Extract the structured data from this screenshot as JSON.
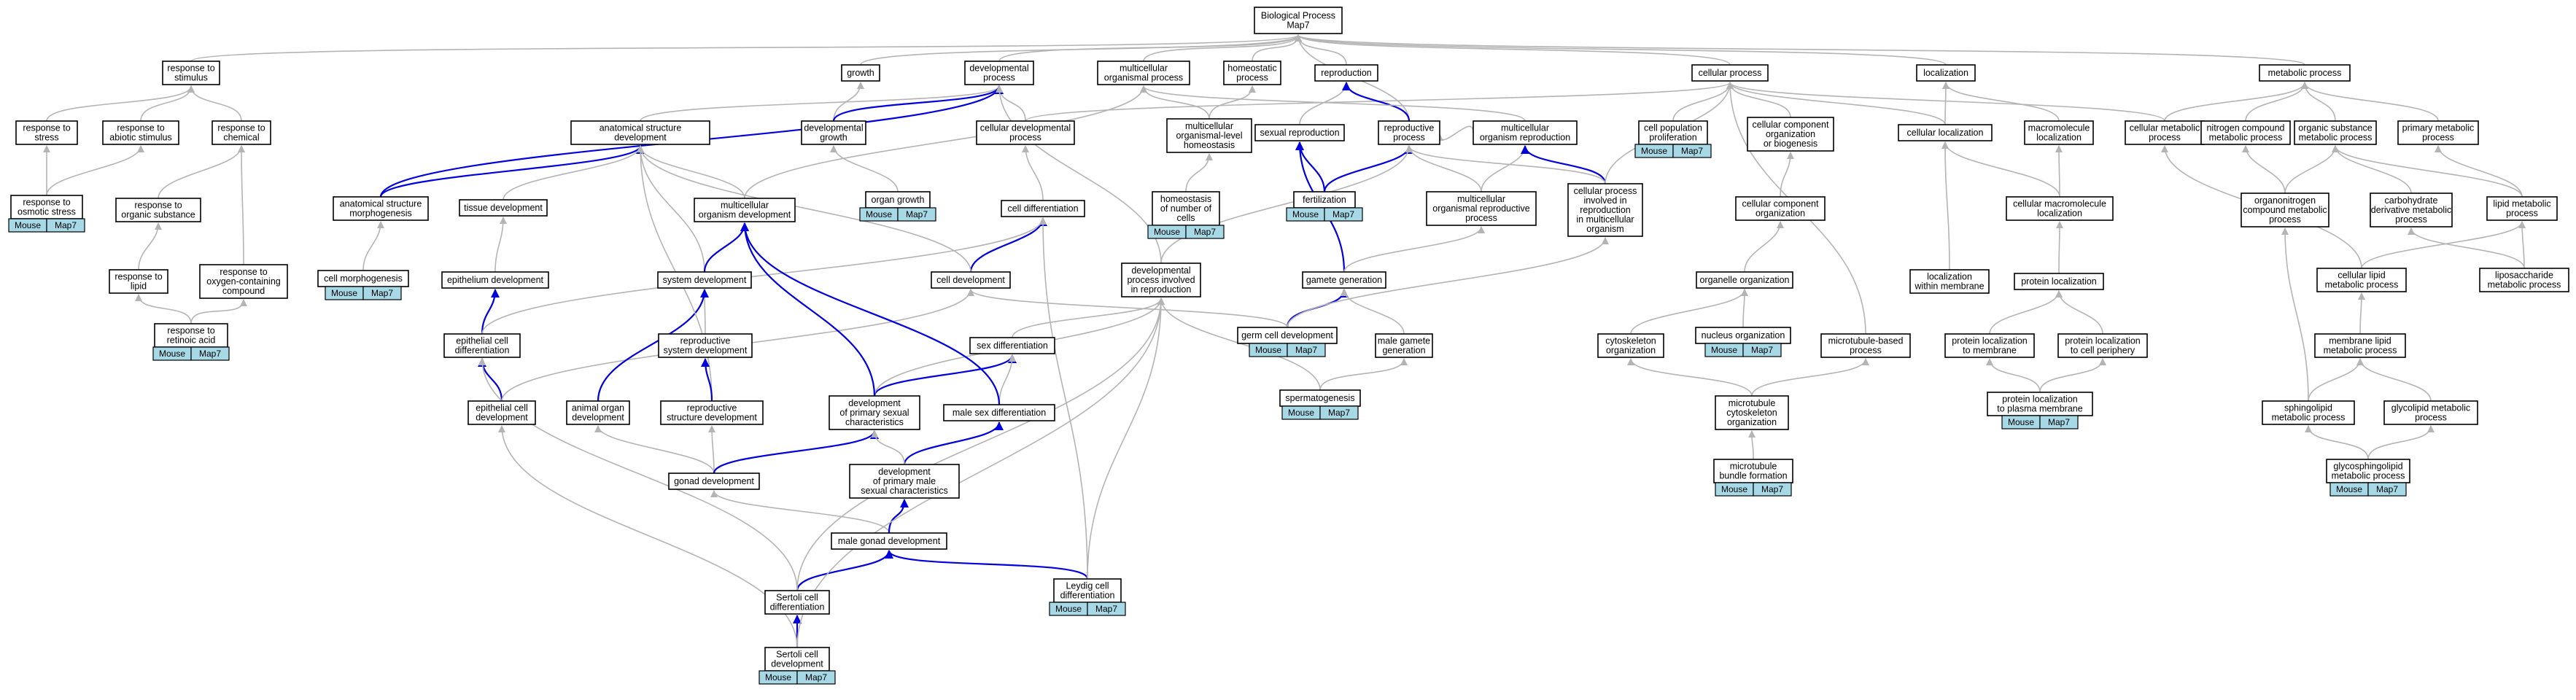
{
  "colors": {
    "node_border": "#000000",
    "tag_fill": "#a6d8e6",
    "edge_is_a": "#b4b4b4",
    "edge_part_of": "#0000dd"
  },
  "tag_labels": [
    "Mouse",
    "Map7"
  ],
  "nodes": [
    {
      "id": "root",
      "lines": [
        "Biological Process",
        "Map7"
      ]
    },
    {
      "id": "resp_stim",
      "lines": [
        "response to",
        "stimulus"
      ]
    },
    {
      "id": "growth",
      "lines": [
        "growth"
      ]
    },
    {
      "id": "dev_proc",
      "lines": [
        "developmental",
        "process"
      ]
    },
    {
      "id": "mc_org_proc",
      "lines": [
        "multicellular",
        "organismal process"
      ]
    },
    {
      "id": "homeo_proc",
      "lines": [
        "homeostatic",
        "process"
      ]
    },
    {
      "id": "reproduction",
      "lines": [
        "reproduction"
      ]
    },
    {
      "id": "cell_proc",
      "lines": [
        "cellular process"
      ]
    },
    {
      "id": "localization",
      "lines": [
        "localization"
      ]
    },
    {
      "id": "met_proc",
      "lines": [
        "metabolic process"
      ]
    },
    {
      "id": "resp_stress",
      "lines": [
        "response to",
        "stress"
      ]
    },
    {
      "id": "resp_abiotic",
      "lines": [
        "response to",
        "abiotic stimulus"
      ]
    },
    {
      "id": "resp_chem",
      "lines": [
        "response to",
        "chemical"
      ]
    },
    {
      "id": "anat_dev",
      "lines": [
        "anatomical structure",
        "development"
      ]
    },
    {
      "id": "dev_growth",
      "lines": [
        "developmental",
        "growth"
      ]
    },
    {
      "id": "cell_dev_proc",
      "lines": [
        "cellular developmental",
        "process"
      ]
    },
    {
      "id": "mc_homeo",
      "lines": [
        "multicellular",
        "organismal-level",
        "homeostasis"
      ]
    },
    {
      "id": "sex_repro",
      "lines": [
        "sexual reproduction"
      ]
    },
    {
      "id": "repro_proc",
      "lines": [
        "reproductive",
        "process"
      ]
    },
    {
      "id": "mc_org_repro",
      "lines": [
        "multicellular",
        "organism reproduction"
      ]
    },
    {
      "id": "cell_pop_prolif",
      "lines": [
        "cell population",
        "proliferation"
      ],
      "tag": true
    },
    {
      "id": "cc_org_bio",
      "lines": [
        "cellular component",
        "organization",
        "or biogenesis"
      ]
    },
    {
      "id": "cell_local",
      "lines": [
        "cellular localization"
      ]
    },
    {
      "id": "macro_local",
      "lines": [
        "macromolecule",
        "localization"
      ]
    },
    {
      "id": "cell_met",
      "lines": [
        "cellular metabolic",
        "process"
      ]
    },
    {
      "id": "nitro_met",
      "lines": [
        "nitrogen compound",
        "metabolic process"
      ]
    },
    {
      "id": "org_sub_met",
      "lines": [
        "organic substance",
        "metabolic process"
      ]
    },
    {
      "id": "prim_met",
      "lines": [
        "primary metabolic",
        "process"
      ]
    },
    {
      "id": "resp_osmotic",
      "lines": [
        "response to",
        "osmotic stress"
      ],
      "tag": true
    },
    {
      "id": "resp_org_sub",
      "lines": [
        "response to",
        "organic substance"
      ]
    },
    {
      "id": "anat_morph",
      "lines": [
        "anatomical structure",
        "morphogenesis"
      ]
    },
    {
      "id": "tissue_dev",
      "lines": [
        "tissue development"
      ]
    },
    {
      "id": "mc_org_dev",
      "lines": [
        "multicellular",
        "organism development"
      ]
    },
    {
      "id": "organ_growth",
      "lines": [
        "organ growth"
      ],
      "tag": true
    },
    {
      "id": "cell_diff",
      "lines": [
        "cell differentiation"
      ]
    },
    {
      "id": "homeo_num_cells",
      "lines": [
        "homeostasis",
        "of number of",
        "cells"
      ],
      "tag": true
    },
    {
      "id": "fertilization",
      "lines": [
        "fertilization"
      ],
      "tag": true
    },
    {
      "id": "mc_org_repro_proc",
      "lines": [
        "multicellular",
        "organismal reproductive",
        "process"
      ]
    },
    {
      "id": "cp_inv_repro",
      "lines": [
        "cellular process",
        "involved in",
        "reproduction",
        "in multicellular",
        "organism"
      ]
    },
    {
      "id": "cc_org",
      "lines": [
        "cellular component",
        "organization"
      ]
    },
    {
      "id": "cell_macro_local",
      "lines": [
        "cellular macromolecule",
        "localization"
      ]
    },
    {
      "id": "organonitro_met",
      "lines": [
        "organonitrogen",
        "compound metabolic",
        "process"
      ]
    },
    {
      "id": "carb_deriv_met",
      "lines": [
        "carbohydrate",
        "derivative metabolic",
        "process"
      ]
    },
    {
      "id": "lipid_met",
      "lines": [
        "lipid metabolic",
        "process"
      ]
    },
    {
      "id": "resp_lipid",
      "lines": [
        "response to",
        "lipid"
      ]
    },
    {
      "id": "resp_oxygen",
      "lines": [
        "response to",
        "oxygen-containing",
        "compound"
      ]
    },
    {
      "id": "cell_morph",
      "lines": [
        "cell morphogenesis"
      ],
      "tag": true
    },
    {
      "id": "epith_dev",
      "lines": [
        "epithelium development"
      ]
    },
    {
      "id": "sys_dev",
      "lines": [
        "system development"
      ]
    },
    {
      "id": "cell_development",
      "lines": [
        "cell development"
      ]
    },
    {
      "id": "dev_proc_repro",
      "lines": [
        "developmental",
        "process involved",
        "in reproduction"
      ]
    },
    {
      "id": "gamete_gen",
      "lines": [
        "gamete generation"
      ]
    },
    {
      "id": "organelle_org",
      "lines": [
        "organelle organization"
      ]
    },
    {
      "id": "loc_within_mem",
      "lines": [
        "localization",
        "within membrane"
      ]
    },
    {
      "id": "prot_local",
      "lines": [
        "protein localization"
      ]
    },
    {
      "id": "cell_lipid_met",
      "lines": [
        "cellular lipid",
        "metabolic process"
      ]
    },
    {
      "id": "lipo_met",
      "lines": [
        "liposaccharide",
        "metabolic process"
      ]
    },
    {
      "id": "resp_retinoic",
      "lines": [
        "response to",
        "retinoic acid"
      ],
      "tag": true
    },
    {
      "id": "epith_cell_diff",
      "lines": [
        "epithelial cell",
        "differentiation"
      ]
    },
    {
      "id": "repro_sys_dev",
      "lines": [
        "reproductive",
        "system development"
      ]
    },
    {
      "id": "sex_diff",
      "lines": [
        "sex differentiation"
      ]
    },
    {
      "id": "germ_cell_dev",
      "lines": [
        "germ cell development"
      ],
      "tag": true
    },
    {
      "id": "male_gamete",
      "lines": [
        "male gamete",
        "generation"
      ]
    },
    {
      "id": "cytoskel_org",
      "lines": [
        "cytoskeleton",
        "organization"
      ]
    },
    {
      "id": "nucleus_org",
      "lines": [
        "nucleus organization"
      ],
      "tag": true
    },
    {
      "id": "mt_based",
      "lines": [
        "microtubule-based",
        "process"
      ]
    },
    {
      "id": "prot_local_mem",
      "lines": [
        "protein localization",
        "to membrane"
      ]
    },
    {
      "id": "prot_local_periph",
      "lines": [
        "protein localization",
        "to cell periphery"
      ]
    },
    {
      "id": "mem_lipid_met",
      "lines": [
        "membrane lipid",
        "metabolic process"
      ]
    },
    {
      "id": "epith_cell_dev",
      "lines": [
        "epithelial cell",
        "development"
      ]
    },
    {
      "id": "animal_organ_dev",
      "lines": [
        "animal organ",
        "development"
      ]
    },
    {
      "id": "repro_struct_dev",
      "lines": [
        "reproductive",
        "structure development"
      ]
    },
    {
      "id": "dev_prim_sex",
      "lines": [
        "development",
        "of primary sexual",
        "characteristics"
      ]
    },
    {
      "id": "male_sex_diff",
      "lines": [
        "male sex differentiation"
      ]
    },
    {
      "id": "spermatogenesis",
      "lines": [
        "spermatogenesis"
      ],
      "tag": true
    },
    {
      "id": "mt_cytoskel_org",
      "lines": [
        "microtubule",
        "cytoskeleton",
        "organization"
      ]
    },
    {
      "id": "prot_local_pm",
      "lines": [
        "protein localization",
        "to plasma membrane"
      ],
      "tag": true
    },
    {
      "id": "sphingo_met",
      "lines": [
        "sphingolipid",
        "metabolic process"
      ]
    },
    {
      "id": "glyco_met",
      "lines": [
        "glycolipid metabolic",
        "process"
      ]
    },
    {
      "id": "gonad_dev",
      "lines": [
        "gonad development"
      ]
    },
    {
      "id": "dev_prim_male",
      "lines": [
        "development",
        "of primary male",
        "sexual characteristics"
      ]
    },
    {
      "id": "mt_bundle",
      "lines": [
        "microtubule",
        "bundle formation"
      ],
      "tag": true
    },
    {
      "id": "glycosphingo_met",
      "lines": [
        "glycosphingolipid",
        "metabolic process"
      ],
      "tag": true
    },
    {
      "id": "male_gonad_dev",
      "lines": [
        "male gonad development"
      ]
    },
    {
      "id": "sertoli_diff",
      "lines": [
        "Sertoli cell",
        "differentiation"
      ]
    },
    {
      "id": "leydig_diff",
      "lines": [
        "Leydig cell",
        "differentiation"
      ],
      "tag": true
    },
    {
      "id": "sertoli_dev",
      "lines": [
        "Sertoli cell",
        "development"
      ],
      "tag": true
    }
  ],
  "edges": [
    {
      "from": "resp_stim",
      "to": "root"
    },
    {
      "from": "growth",
      "to": "root"
    },
    {
      "from": "dev_proc",
      "to": "root"
    },
    {
      "from": "mc_org_proc",
      "to": "root"
    },
    {
      "from": "homeo_proc",
      "to": "root"
    },
    {
      "from": "reproduction",
      "to": "root"
    },
    {
      "from": "cell_proc",
      "to": "root"
    },
    {
      "from": "localization",
      "to": "root"
    },
    {
      "from": "met_proc",
      "to": "root"
    },
    {
      "from": "repro_proc",
      "to": "root"
    },
    {
      "from": "resp_stress",
      "to": "resp_stim"
    },
    {
      "from": "resp_abiotic",
      "to": "resp_stim"
    },
    {
      "from": "resp_chem",
      "to": "resp_stim"
    },
    {
      "from": "resp_osmotic",
      "to": "resp_stress"
    },
    {
      "from": "resp_osmotic",
      "to": "resp_abiotic"
    },
    {
      "from": "resp_org_sub",
      "to": "resp_chem"
    },
    {
      "from": "resp_oxygen",
      "to": "resp_chem"
    },
    {
      "from": "resp_lipid",
      "to": "resp_org_sub"
    },
    {
      "from": "resp_retinoic",
      "to": "resp_lipid"
    },
    {
      "from": "resp_retinoic",
      "to": "resp_oxygen"
    },
    {
      "from": "anat_dev",
      "to": "dev_proc"
    },
    {
      "from": "dev_growth",
      "to": "growth"
    },
    {
      "from": "dev_growth",
      "to": "dev_proc",
      "type": "part_of"
    },
    {
      "from": "cell_dev_proc",
      "to": "dev_proc"
    },
    {
      "from": "cell_dev_proc",
      "to": "cell_proc"
    },
    {
      "from": "mc_homeo",
      "to": "mc_org_proc"
    },
    {
      "from": "mc_homeo",
      "to": "homeo_proc"
    },
    {
      "from": "sex_repro",
      "to": "reproduction"
    },
    {
      "from": "repro_proc",
      "to": "reproduction",
      "type": "part_of"
    },
    {
      "from": "mc_org_repro",
      "to": "mc_org_proc"
    },
    {
      "from": "mc_org_repro",
      "to": "repro_proc"
    },
    {
      "from": "cell_pop_prolif",
      "to": "cell_proc"
    },
    {
      "from": "cc_org_bio",
      "to": "cell_proc"
    },
    {
      "from": "cell_local",
      "to": "cell_proc"
    },
    {
      "from": "cell_local",
      "to": "localization"
    },
    {
      "from": "macro_local",
      "to": "localization"
    },
    {
      "from": "cell_met",
      "to": "cell_proc"
    },
    {
      "from": "cell_met",
      "to": "met_proc"
    },
    {
      "from": "nitro_met",
      "to": "met_proc"
    },
    {
      "from": "org_sub_met",
      "to": "met_proc"
    },
    {
      "from": "prim_met",
      "to": "met_proc"
    },
    {
      "from": "anat_morph",
      "to": "anat_dev",
      "type": "part_of"
    },
    {
      "from": "anat_morph",
      "to": "dev_proc",
      "type": "part_of"
    },
    {
      "from": "tissue_dev",
      "to": "anat_dev"
    },
    {
      "from": "mc_org_dev",
      "to": "anat_dev"
    },
    {
      "from": "mc_org_dev",
      "to": "mc_org_proc"
    },
    {
      "from": "organ_growth",
      "to": "dev_growth"
    },
    {
      "from": "cell_diff",
      "to": "cell_dev_proc"
    },
    {
      "from": "homeo_num_cells",
      "to": "mc_homeo"
    },
    {
      "from": "fertilization",
      "to": "sex_repro",
      "type": "part_of"
    },
    {
      "from": "fertilization",
      "to": "repro_proc",
      "type": "part_of"
    },
    {
      "from": "mc_org_repro_proc",
      "to": "mc_org_repro"
    },
    {
      "from": "mc_org_repro_proc",
      "to": "repro_proc"
    },
    {
      "from": "cp_inv_repro",
      "to": "mc_org_repro",
      "type": "part_of"
    },
    {
      "from": "cp_inv_repro",
      "to": "cell_proc"
    },
    {
      "from": "cp_inv_repro",
      "to": "repro_proc"
    },
    {
      "from": "cc_org",
      "to": "cc_org_bio"
    },
    {
      "from": "cell_macro_local",
      "to": "cell_local"
    },
    {
      "from": "cell_macro_local",
      "to": "macro_local"
    },
    {
      "from": "organonitro_met",
      "to": "nitro_met"
    },
    {
      "from": "organonitro_met",
      "to": "org_sub_met"
    },
    {
      "from": "carb_deriv_met",
      "to": "org_sub_met"
    },
    {
      "from": "lipid_met",
      "to": "org_sub_met"
    },
    {
      "from": "lipid_met",
      "to": "prim_met"
    },
    {
      "from": "cell_morph",
      "to": "anat_morph"
    },
    {
      "from": "epith_dev",
      "to": "tissue_dev"
    },
    {
      "from": "sys_dev",
      "to": "anat_dev"
    },
    {
      "from": "sys_dev",
      "to": "mc_org_dev",
      "type": "part_of"
    },
    {
      "from": "cell_development",
      "to": "cell_diff",
      "type": "part_of"
    },
    {
      "from": "cell_development",
      "to": "anat_dev"
    },
    {
      "from": "dev_proc_repro",
      "to": "dev_proc"
    },
    {
      "from": "dev_proc_repro",
      "to": "repro_proc"
    },
    {
      "from": "gamete_gen",
      "to": "sex_repro",
      "type": "part_of"
    },
    {
      "from": "gamete_gen",
      "to": "mc_org_repro_proc"
    },
    {
      "from": "organelle_org",
      "to": "cc_org"
    },
    {
      "from": "loc_within_mem",
      "to": "cell_local"
    },
    {
      "from": "prot_local",
      "to": "cell_macro_local"
    },
    {
      "from": "cell_lipid_met",
      "to": "lipid_met"
    },
    {
      "from": "cell_lipid_met",
      "to": "cell_met"
    },
    {
      "from": "lipo_met",
      "to": "carb_deriv_met"
    },
    {
      "from": "lipo_met",
      "to": "lipid_met"
    },
    {
      "from": "epith_cell_diff",
      "to": "epith_dev",
      "type": "part_of"
    },
    {
      "from": "epith_cell_diff",
      "to": "cell_diff"
    },
    {
      "from": "repro_sys_dev",
      "to": "sys_dev"
    },
    {
      "from": "sex_diff",
      "to": "dev_proc_repro"
    },
    {
      "from": "germ_cell_dev",
      "to": "gamete_gen",
      "type": "part_of"
    },
    {
      "from": "germ_cell_dev",
      "to": "cell_development"
    },
    {
      "from": "germ_cell_dev",
      "to": "cp_inv_repro"
    },
    {
      "from": "male_gamete",
      "to": "gamete_gen"
    },
    {
      "from": "cytoskel_org",
      "to": "organelle_org"
    },
    {
      "from": "nucleus_org",
      "to": "organelle_org"
    },
    {
      "from": "mt_based",
      "to": "cell_proc"
    },
    {
      "from": "prot_local_mem",
      "to": "prot_local"
    },
    {
      "from": "prot_local_periph",
      "to": "prot_local"
    },
    {
      "from": "mem_lipid_met",
      "to": "cell_lipid_met"
    },
    {
      "from": "epith_cell_dev",
      "to": "epith_cell_diff",
      "type": "part_of"
    },
    {
      "from": "epith_cell_dev",
      "to": "cell_development"
    },
    {
      "from": "animal_organ_dev",
      "to": "sys_dev",
      "type": "part_of"
    },
    {
      "from": "repro_struct_dev",
      "to": "anat_dev"
    },
    {
      "from": "repro_struct_dev",
      "to": "repro_sys_dev",
      "type": "part_of"
    },
    {
      "from": "dev_prim_sex",
      "to": "sex_diff",
      "type": "part_of"
    },
    {
      "from": "dev_prim_sex",
      "to": "dev_proc_repro"
    },
    {
      "from": "dev_prim_sex",
      "to": "mc_org_dev",
      "type": "part_of"
    },
    {
      "from": "male_sex_diff",
      "to": "sex_diff"
    },
    {
      "from": "male_sex_diff",
      "to": "mc_org_dev",
      "type": "part_of"
    },
    {
      "from": "spermatogenesis",
      "to": "male_gamete"
    },
    {
      "from": "spermatogenesis",
      "to": "dev_proc_repro"
    },
    {
      "from": "mt_cytoskel_org",
      "to": "cytoskel_org"
    },
    {
      "from": "mt_cytoskel_org",
      "to": "mt_based"
    },
    {
      "from": "prot_local_pm",
      "to": "prot_local_mem"
    },
    {
      "from": "prot_local_pm",
      "to": "prot_local_periph"
    },
    {
      "from": "sphingo_met",
      "to": "mem_lipid_met"
    },
    {
      "from": "sphingo_met",
      "to": "organonitro_met"
    },
    {
      "from": "glyco_met",
      "to": "mem_lipid_met"
    },
    {
      "from": "gonad_dev",
      "to": "animal_organ_dev"
    },
    {
      "from": "gonad_dev",
      "to": "repro_struct_dev"
    },
    {
      "from": "gonad_dev",
      "to": "dev_prim_sex",
      "type": "part_of"
    },
    {
      "from": "dev_prim_male",
      "to": "male_sex_diff",
      "type": "part_of"
    },
    {
      "from": "dev_prim_male",
      "to": "dev_prim_sex"
    },
    {
      "from": "mt_bundle",
      "to": "mt_cytoskel_org"
    },
    {
      "from": "glycosphingo_met",
      "to": "sphingo_met"
    },
    {
      "from": "glycosphingo_met",
      "to": "glyco_met"
    },
    {
      "from": "male_gonad_dev",
      "to": "gonad_dev"
    },
    {
      "from": "male_gonad_dev",
      "to": "dev_prim_male",
      "type": "part_of"
    },
    {
      "from": "sertoli_diff",
      "to": "male_gonad_dev",
      "type": "part_of"
    },
    {
      "from": "sertoli_diff",
      "to": "epith_cell_diff"
    },
    {
      "from": "sertoli_diff",
      "to": "dev_proc_repro"
    },
    {
      "from": "leydig_diff",
      "to": "male_gonad_dev",
      "type": "part_of"
    },
    {
      "from": "leydig_diff",
      "to": "cell_diff"
    },
    {
      "from": "leydig_diff",
      "to": "dev_proc_repro"
    },
    {
      "from": "sertoli_dev",
      "to": "sertoli_diff",
      "type": "part_of"
    },
    {
      "from": "sertoli_dev",
      "to": "epith_cell_dev"
    },
    {
      "from": "sertoli_dev",
      "to": "dev_proc_repro"
    }
  ]
}
